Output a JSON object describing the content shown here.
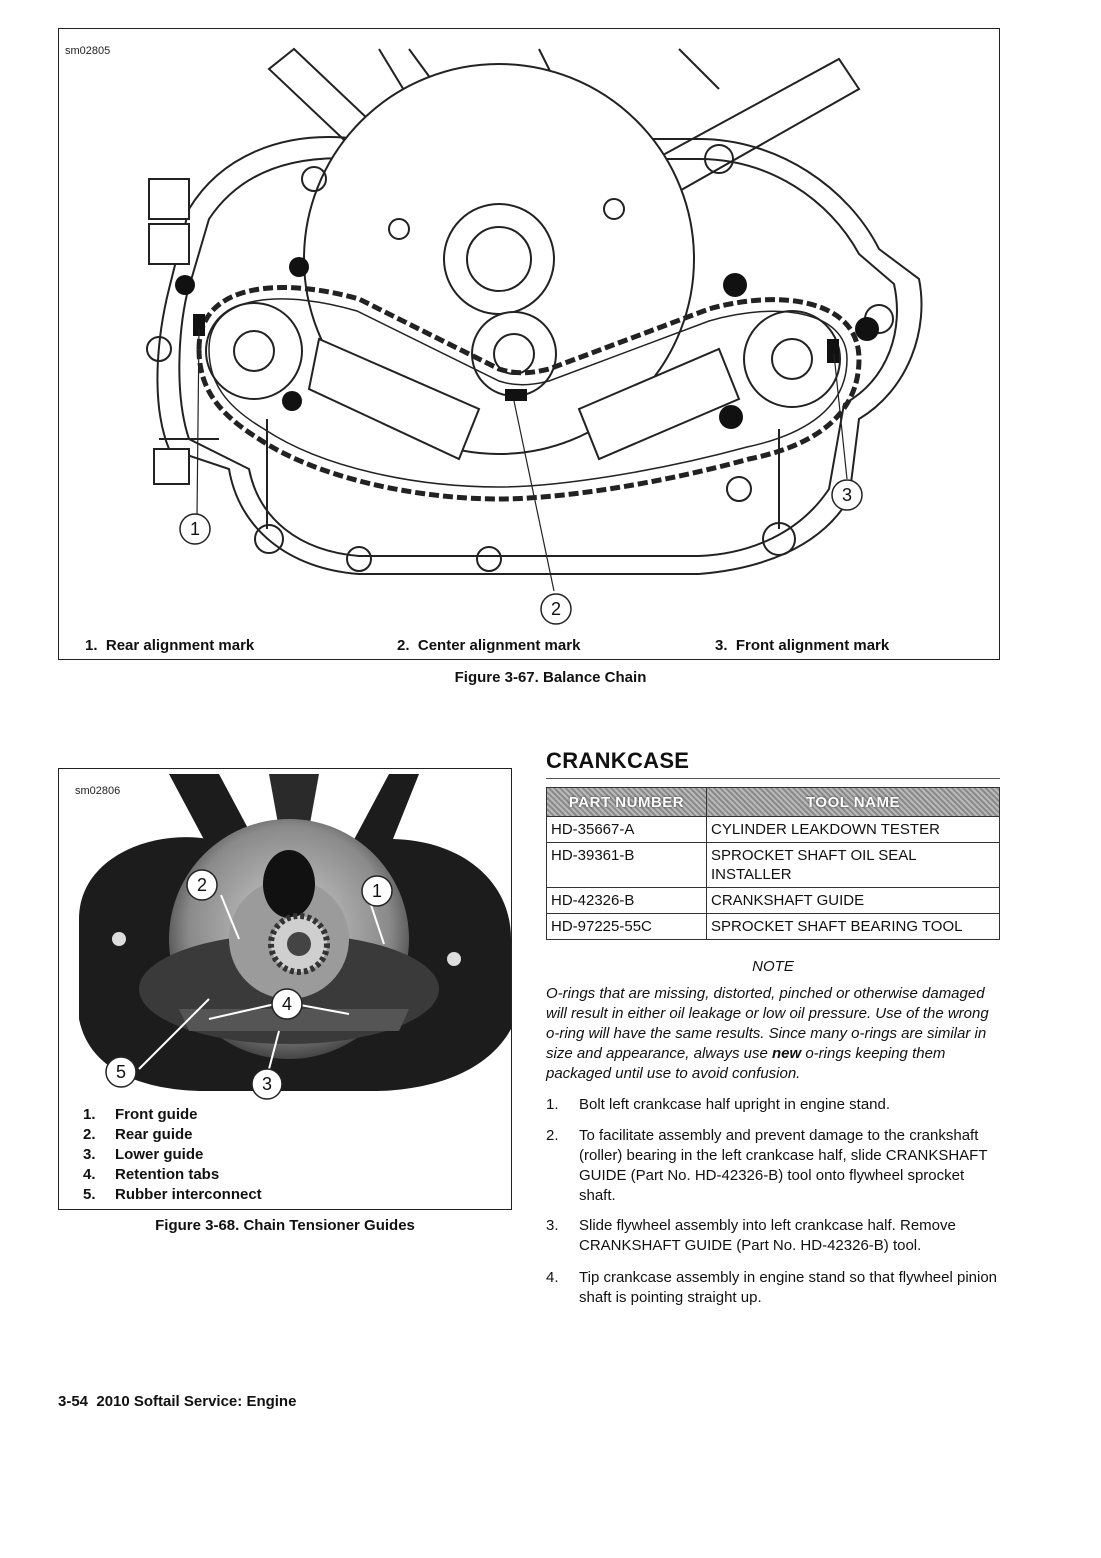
{
  "figure1": {
    "id": "sm02805",
    "callouts": [
      "1",
      "2",
      "3"
    ],
    "legend": [
      {
        "num": "1.",
        "label": "Rear alignment mark"
      },
      {
        "num": "2.",
        "label": "Center alignment mark"
      },
      {
        "num": "3.",
        "label": "Front alignment mark"
      }
    ],
    "caption": "Figure 3-67. Balance Chain"
  },
  "figure2": {
    "id": "sm02806",
    "callouts": [
      "1",
      "2",
      "3",
      "4",
      "5"
    ],
    "legend": [
      {
        "num": "1.",
        "label": "Front guide"
      },
      {
        "num": "2.",
        "label": "Rear guide"
      },
      {
        "num": "3.",
        "label": "Lower guide"
      },
      {
        "num": "4.",
        "label": "Retention tabs"
      },
      {
        "num": "5.",
        "label": "Rubber interconnect"
      }
    ],
    "caption": "Figure 3-68. Chain Tensioner Guides"
  },
  "section": {
    "title": "CRANKCASE",
    "table": {
      "headers": [
        "PART NUMBER",
        "TOOL NAME"
      ],
      "rows": [
        {
          "part": "HD-35667-A",
          "tool": "CYLINDER LEAKDOWN TESTER"
        },
        {
          "part": "HD-39361-B",
          "tool": "SPROCKET SHAFT OIL SEAL INSTALLER"
        },
        {
          "part": "HD-42326-B",
          "tool": "CRANKSHAFT GUIDE"
        },
        {
          "part": "HD-97225-55C",
          "tool": "SPROCKET SHAFT BEARING TOOL"
        }
      ]
    },
    "note_label": "NOTE",
    "note": {
      "before": "O-rings that are missing, distorted, pinched or otherwise damaged will result in either oil leakage or low oil pressure. Use of the wrong o-ring will have the same results. Since many o-rings are similar in size and appearance, always use ",
      "emphasis": "new",
      "after": " o-rings keeping them packaged until use to avoid confusion."
    },
    "steps": [
      {
        "num": "1.",
        "text": "Bolt left crankcase half upright in engine stand."
      },
      {
        "num": "2.",
        "text": "To facilitate assembly and prevent damage to the crankshaft (roller) bearing in the left crankcase half, slide CRANKSHAFT GUIDE (Part No. HD-42326-B) tool onto flywheel sprocket shaft."
      },
      {
        "num": "3.",
        "text": "Slide flywheel assembly into left crankcase half. Remove CRANKSHAFT GUIDE (Part No. HD-42326-B) tool."
      },
      {
        "num": "4.",
        "text": "Tip crankcase assembly in engine stand so that flywheel pinion shaft is pointing straight up."
      }
    ]
  },
  "footer": "3-54  2010 Softail Service: Engine",
  "colors": {
    "ink": "#111111",
    "table_header": "#9a9a9a",
    "photo_dark": "#1c1c1c"
  }
}
